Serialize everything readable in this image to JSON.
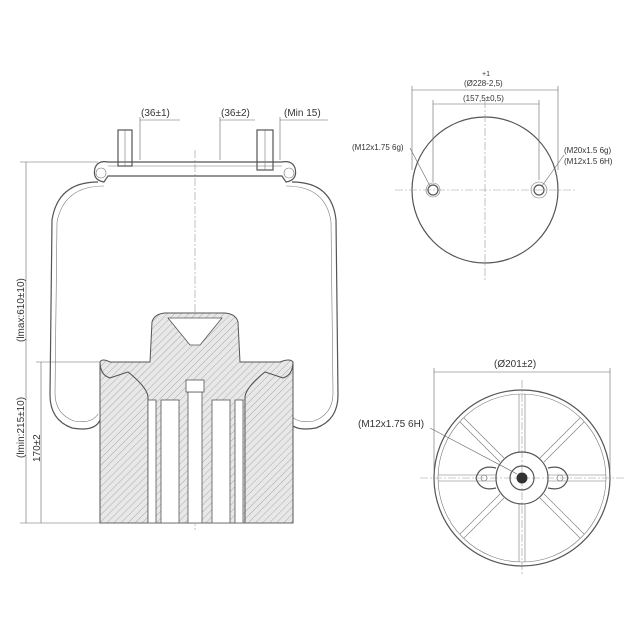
{
  "side_view": {
    "dim_top_left": "(36±1)",
    "dim_top_mid": "(36±2)",
    "dim_top_right": "(Min 15)",
    "dim_lmax": "(lmax:610±10)",
    "dim_lmin": "(lmin:215±10)",
    "dim_piston": "170±2"
  },
  "top_view": {
    "tol": "+1",
    "dia_outer": "(Ø228-2,5)",
    "dia_bolts": "(157,5±0,5)",
    "thread_left": "(M12x1.75 6g)",
    "thread_right_1": "(M20x1.5 6g)",
    "thread_right_2": "(M12x1.5 6H)"
  },
  "bottom_view": {
    "dia": "(Ø201±2)",
    "thread": "(M12x1.75 6H)"
  },
  "colors": {
    "line": "#555555",
    "text": "#333333",
    "hatch": "#9a9a9a"
  }
}
